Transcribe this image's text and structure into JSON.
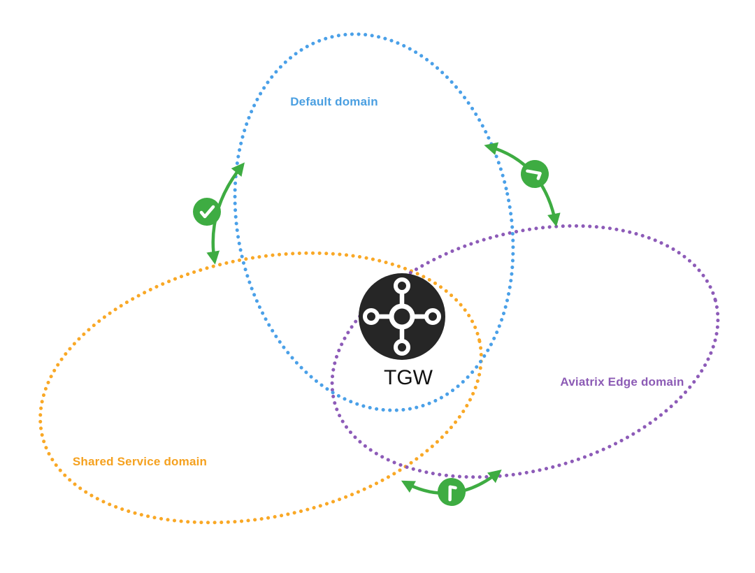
{
  "diagram": {
    "type": "venn-domain-diagram",
    "domains": [
      {
        "id": "default-domain",
        "label": "Default domain",
        "color": "#4A9FE1"
      },
      {
        "id": "shared-service-domain",
        "label": "Shared Service domain",
        "color": "#F5A11F"
      },
      {
        "id": "aviatrix-edge-domain",
        "label": "Aviatrix Edge domain",
        "color": "#8C5BB5"
      }
    ],
    "hub": {
      "label": "TGW",
      "icon": "transit-gateway-icon",
      "color": "#262626"
    },
    "connections": [
      {
        "from": "Default domain",
        "to": "Shared Service domain",
        "badge_icon": "checkmark-icon",
        "color": "#3EAC42"
      },
      {
        "from": "Default domain",
        "to": "Aviatrix Edge domain",
        "badge_icon": "checkmark-icon",
        "color": "#3EAC42"
      },
      {
        "from": "Shared Service domain",
        "to": "Aviatrix Edge domain",
        "badge_icon": "checkmark-icon",
        "color": "#3EAC42"
      }
    ]
  }
}
